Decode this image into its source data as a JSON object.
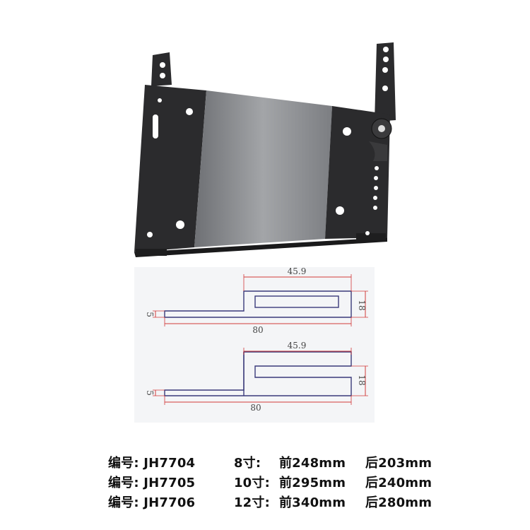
{
  "drawings": [
    {
      "top_width": "45.9",
      "height": "18",
      "thickness": "5",
      "length": "80"
    },
    {
      "top_width": "45.9",
      "height": "18",
      "thickness": "5",
      "length": "80"
    }
  ],
  "specs": [
    {
      "code": "编号: JH7704",
      "size": "8寸:",
      "front": "前248mm",
      "back": "后203mm"
    },
    {
      "code": "编号: JH7705",
      "size": "10寸:",
      "front": "前295mm",
      "back": "后240mm"
    },
    {
      "code": "编号: JH7706",
      "size": "12寸:",
      "front": "前340mm",
      "back": "后280mm"
    }
  ],
  "colors": {
    "plate_dark": "#2b2b2d",
    "plate_mid": "#8a8b8e",
    "dimension_line": "#d23a3a",
    "profile_line": "#3a3a7a"
  }
}
